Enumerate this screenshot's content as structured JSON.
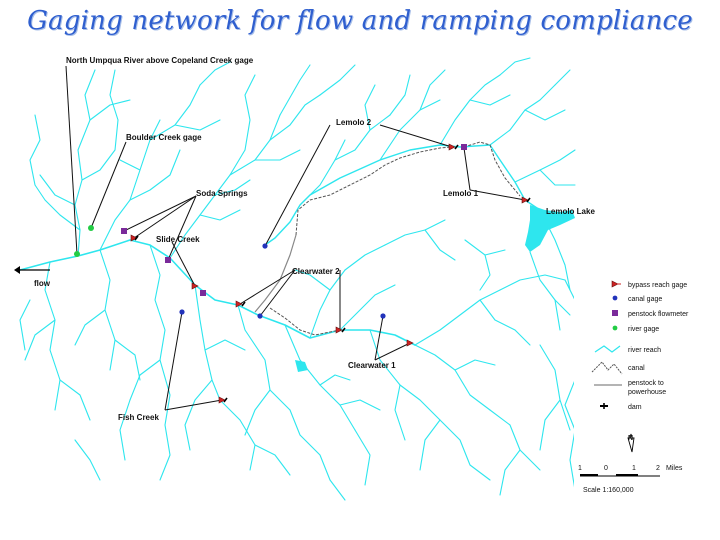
{
  "title": "Gaging network for flow and ramping compliance",
  "labels": {
    "north_umpqua": "North Umpqua River above Copeland Creek gage",
    "boulder_creek": "Boulder Creek gage",
    "soda_springs": "Soda Springs",
    "slide_creek": "Slide Creek",
    "lemolo2": "Lemolo 2",
    "lemolo1": "Lemolo 1",
    "lemolo_lake": "Lemolo Lake",
    "clearwater2": "Clearwater 2",
    "clearwater1": "Clearwater 1",
    "fish_creek": "Fish Creek",
    "flow": "flow"
  },
  "legend": {
    "items": [
      {
        "label": "bypass reach gage",
        "symbol": "bypass-gage-icon",
        "color": "#cc2222"
      },
      {
        "label": "canal gage",
        "symbol": "dot-icon",
        "color": "#2233bb"
      },
      {
        "label": "penstock flowmeter",
        "symbol": "square-icon",
        "color": "#7a2a9a"
      },
      {
        "label": "river gage",
        "symbol": "dot-icon",
        "color": "#22cc44"
      },
      {
        "label": "river reach",
        "symbol": "river-line-icon",
        "color": "#2ee6ee"
      },
      {
        "label": "canal",
        "symbol": "canal-line-icon",
        "color": "#444444"
      },
      {
        "label": "penstock to powerhouse",
        "symbol": "penstock-line-icon",
        "color": "#888888"
      },
      {
        "label": "dam",
        "symbol": "dam-icon",
        "color": "#000000"
      }
    ],
    "north_arrow": "N",
    "scale_ticks": [
      "1",
      "0",
      "1",
      "2"
    ],
    "scale_unit": "Miles",
    "scale_text": "Scale 1:160,000"
  },
  "colors": {
    "title": "#2f5fcf",
    "stream": "#2ee6ee",
    "bypass_gage": "#cc2222",
    "canal_gage": "#2233bb",
    "penstock_meter": "#7a2a9a",
    "river_gage": "#22cc44"
  }
}
